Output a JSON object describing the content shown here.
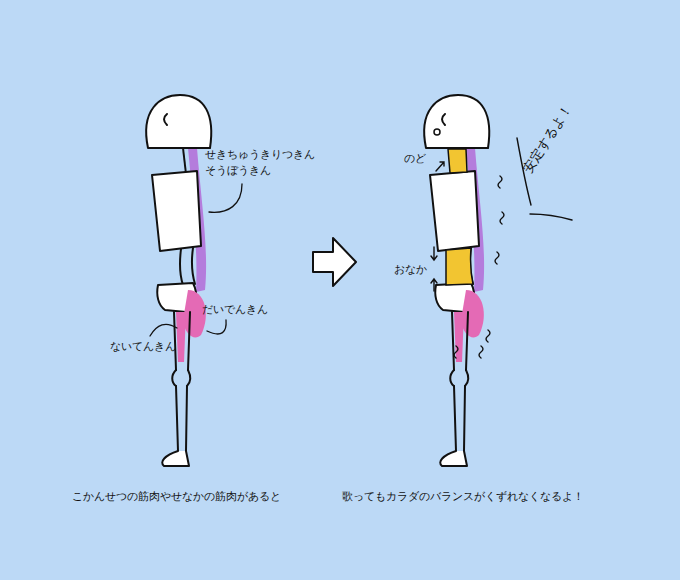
{
  "diagram": {
    "labels": [
      "せきちゅうきりつきん",
      "そうぼうきん",
      "だいでんきん",
      "ないてんきん",
      "こかんせつの筋肉やせなかの筋肉があると",
      "のど",
      "おなか",
      "安定するよ！",
      "歌ってもカラダのバランスがくずれなくなるよ！"
    ]
  }
}
